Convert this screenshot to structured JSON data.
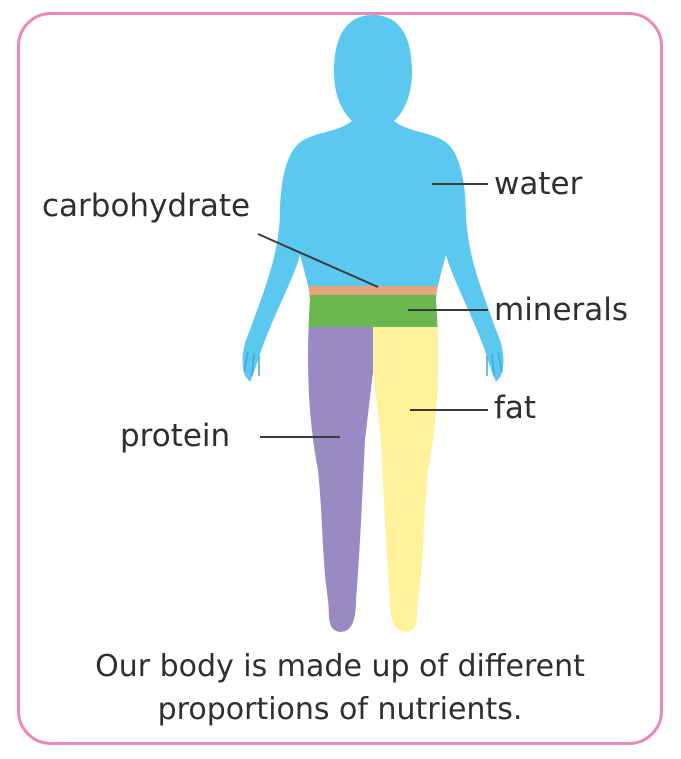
{
  "labels": {
    "water": "water",
    "carbohydrate": "carbohydrate",
    "minerals": "minerals",
    "fat": "fat",
    "protein": "protein"
  },
  "caption": {
    "line1": "Our body is made up of different",
    "line2": "proportions of nutrients."
  },
  "colors": {
    "water": "#5bc8f0",
    "carbohydrate": "#e8a57c",
    "minerals": "#6ab84f",
    "fat": "#fff29a",
    "protein": "#9a8ac4",
    "border": "#ea88b7"
  }
}
